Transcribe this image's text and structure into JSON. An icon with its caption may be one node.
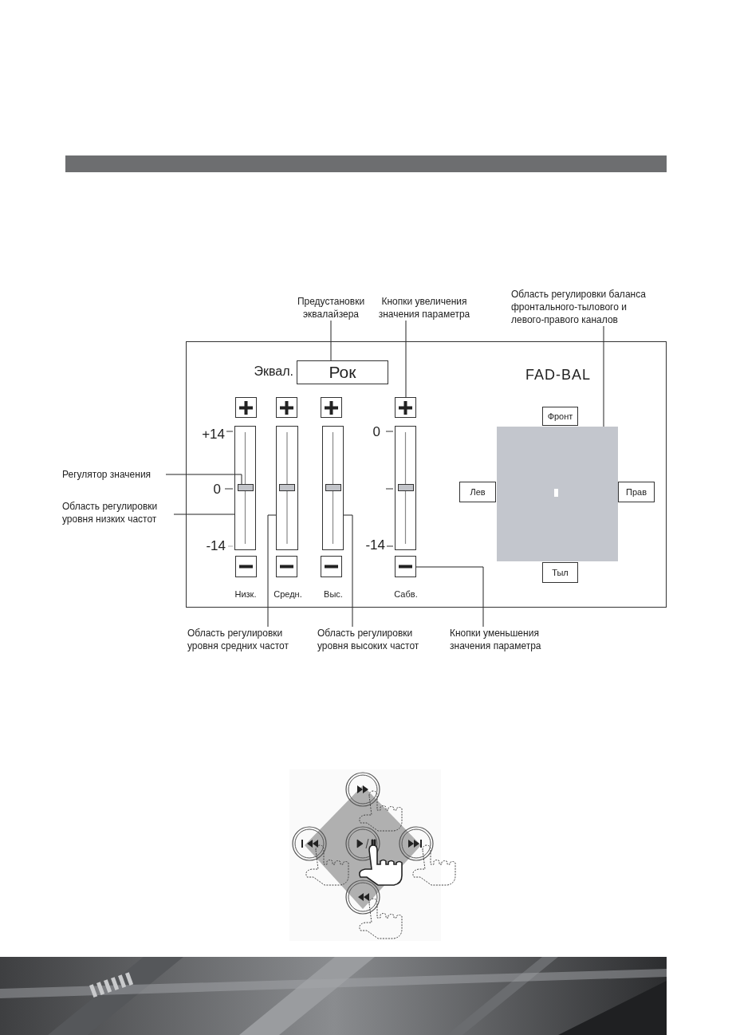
{
  "diagram": {
    "nodes": [
      {
        "text": [
          "Предустановки эквалайзера"
        ]
      },
      {
        "text": [
          "Кнопки увеличения значения параметра"
        ]
      },
      {
        "text": [
          "Область регулировки баланса фронтального-тылового и левого-правого каналов"
        ]
      },
      {
        "text": [
          "Регулятор значения"
        ]
      },
      {
        "text": [
          "Область регулировки уровня низких частот"
        ]
      },
      {
        "text": [
          "Область регулировки уровня средних частот"
        ]
      },
      {
        "text": [
          "Область регулировки уровня высоких частот"
        ]
      },
      {
        "text": [
          "Кнопки уменьшения значения параметра"
        ]
      },
      {
        "text": [],
        "shape": "box"
      },
      {
        "text": [
          "Рок"
        ],
        "beside": [
          "Эквал."
        ],
        "in": 8
      },
      {
        "text": [],
        "shape": "box",
        "in": 8
      },
      {
        "text": [],
        "shape": "box",
        "in": 8
      },
      {
        "text": [],
        "shape": "box",
        "in": 8
      },
      {
        "text": [],
        "shape": "box",
        "in": 8
      },
      {
        "text": [],
        "shape": "bar",
        "in": 8
      },
      {
        "text": [],
        "shape": "bar",
        "in": 8
      },
      {
        "text": [],
        "shape": "bar",
        "in": 8
      },
      {
        "text": [],
        "shape": "bar",
        "in": 8
      },
      {
        "text": [],
        "shape": "bar",
        "in": 14
      },
      {
        "text": [],
        "shape": "bar",
        "in": 15
      },
      {
        "text": [],
        "shape": "bar",
        "in": 16
      },
      {
        "text": [],
        "shape": "bar",
        "in": 17
      },
      {
        "text": [],
        "shape": "box",
        "in": 8
      },
      {
        "text": [],
        "shape": "box",
        "in": 8
      },
      {
        "text": [],
        "shape": "box",
        "in": 8
      },
      {
        "text": [],
        "shape": "box",
        "in": 8
      },
      {
        "text": [],
        "shape": "box",
        "in": 8
      },
      {
        "text": [
          "Фронт"
        ],
        "in": 8
      },
      {
        "text": [
          "Лев"
        ],
        "in": 8
      },
      {
        "text": [
          "Прав"
        ],
        "in": 8
      },
      {
        "text": [
          "Тыл"
        ],
        "in": 8
      }
    ],
    "edges": [
      {
        "from": 0,
        "to": 9,
        "arrow": "none"
      },
      {
        "from": 1,
        "to": 13,
        "arrow": "none"
      },
      {
        "from": 2,
        "to": 26,
        "arrow": "none"
      },
      {
        "from": 3,
        "to": 18,
        "arrow": "none"
      },
      {
        "from": 4,
        "to": 14,
        "arrow": "none"
      },
      {
        "from": 5,
        "to": 15,
        "arrow": "none"
      },
      {
        "from": 6,
        "to": 16,
        "arrow": "none"
      },
      {
        "from": 7,
        "to": 25,
        "arrow": "none"
      }
    ],
    "labels": [
      "FAD-BAL",
      "+14",
      "0",
      "-14",
      "0",
      "-14",
      "Низк.",
      "Средн.",
      "Выс.",
      "Сабв."
    ]
  }
}
